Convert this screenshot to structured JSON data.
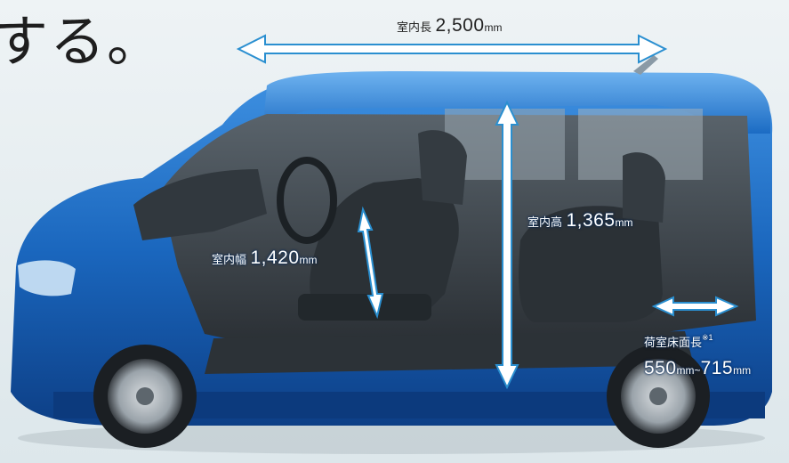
{
  "heading": {
    "text": "する。"
  },
  "dimensions": {
    "length": {
      "label": "室内長",
      "value": "2,500",
      "unit": "mm"
    },
    "height": {
      "label": "室内高",
      "value": "1,365",
      "unit": "mm"
    },
    "width": {
      "label": "室内幅",
      "value": "1,420",
      "unit": "mm"
    },
    "cargo": {
      "label": "荷室床面長",
      "note": "※1",
      "value_min": "550",
      "value_max": "715",
      "unit": "mm",
      "separator": "~"
    }
  },
  "colors": {
    "background": "#e6eef1",
    "car_body": "#1b6cc4",
    "arrow": "#ffffff",
    "arrow_outline": "#2a8fd0"
  }
}
